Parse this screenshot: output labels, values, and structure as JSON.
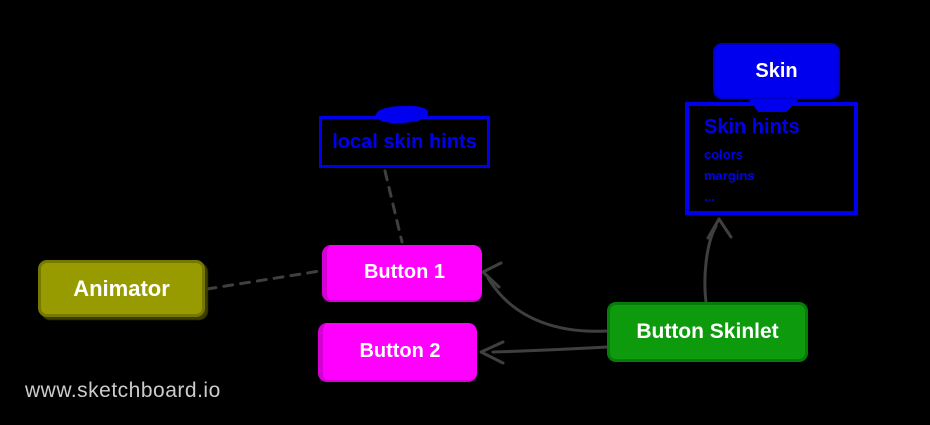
{
  "canvas": {
    "watermark": "www.sketchboard.io",
    "background_color": "#000000",
    "watermark_color": "#cccccc",
    "connector_color": "#3f3f3f"
  },
  "nodes": {
    "skin": {
      "label": "Skin",
      "fill": "#0000ee",
      "text_color": "#ffffff"
    },
    "skin_hints": {
      "title": "Skin hints",
      "items": [
        "colors",
        "margins",
        "..."
      ],
      "accent": "#0000ee"
    },
    "local_skin_hints": {
      "label": "local skin hints",
      "accent": "#0000ee"
    },
    "animator": {
      "label": "Animator",
      "fill": "#989b00",
      "text_color": "#ffffff"
    },
    "button1": {
      "label": "Button 1",
      "fill": "#ff00ff",
      "text_color": "#ffffff"
    },
    "button2": {
      "label": "Button 2",
      "fill": "#ff00ff",
      "text_color": "#ffffff"
    },
    "button_skinlet": {
      "label": "Button Skinlet",
      "fill": "#0d9b0d",
      "text_color": "#ffffff"
    }
  }
}
